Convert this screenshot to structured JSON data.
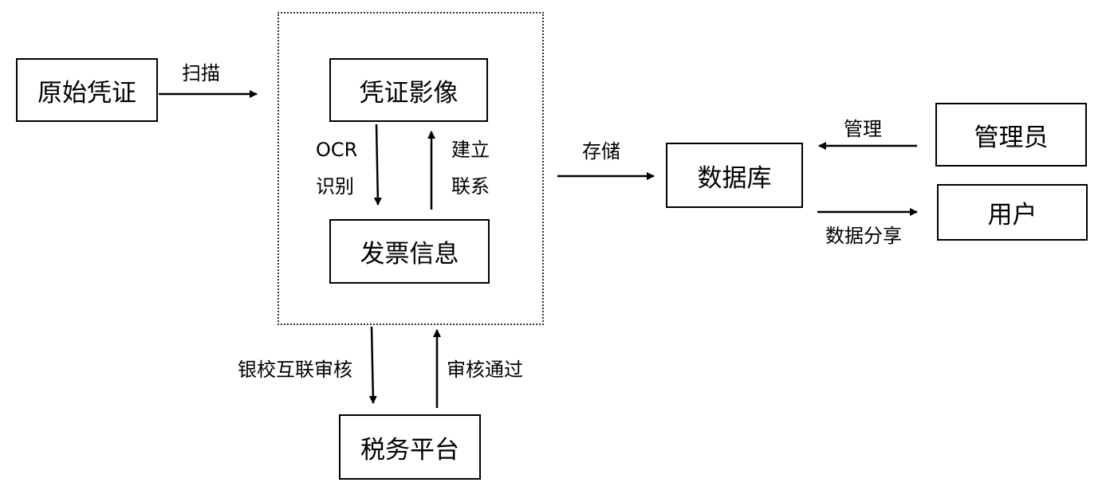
{
  "nodes": {
    "original_voucher": "原始凭证",
    "voucher_image": "凭证影像",
    "invoice_info": "发票信息",
    "database": "数据库",
    "admin": "管理员",
    "user": "用户",
    "tax_platform": "税务平台"
  },
  "edge_labels": {
    "scan": "扫描",
    "ocr_line1": "OCR",
    "ocr_line2": "识别",
    "link_line1": "建立",
    "link_line2": "联系",
    "store": "存储",
    "manage": "管理",
    "share": "数据分享",
    "bank_check": "银校互联审核",
    "approved": "审核通过"
  }
}
